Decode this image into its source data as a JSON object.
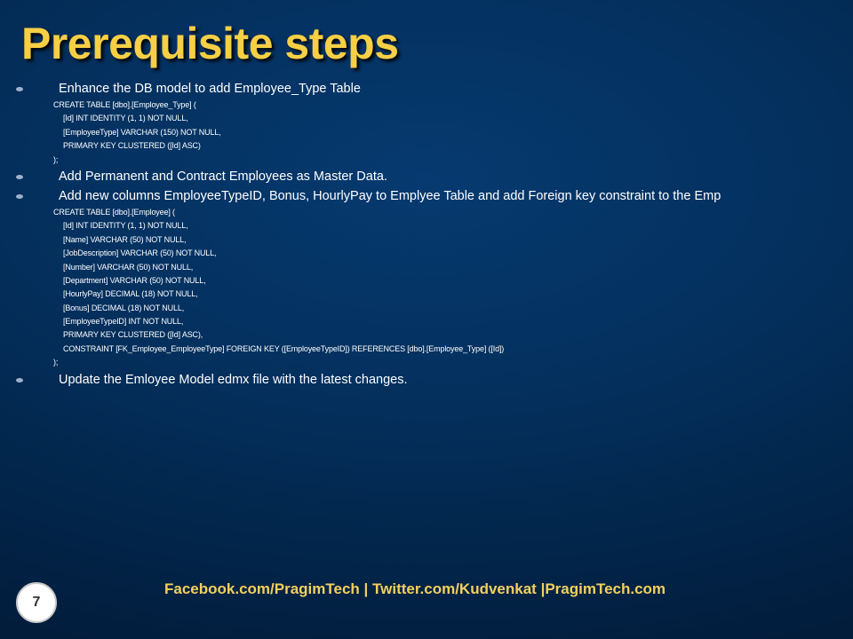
{
  "slide": {
    "title": "Prerequisite steps",
    "bullets": [
      "Enhance the DB model to add Employee_Type Table",
      "Add Permanent and Contract  Employees as Master Data.",
      "Add new columns EmployeeTypeID, Bonus, HourlyPay to Emplyee Table and add Foreign key constraint to the Emp",
      "Update the Emloyee Model edmx file with the latest changes."
    ],
    "code_block_1": [
      "CREATE TABLE [dbo].[Employee_Type] (",
      "[Id]           INT           IDENTITY (1, 1) NOT NULL,",
      "[EmployeeType] VARCHAR (150) NOT NULL,",
      "PRIMARY KEY CLUSTERED ([Id] ASC)",
      ");"
    ],
    "code_block_2": [
      "CREATE TABLE [dbo].[Employee] (",
      "[Id]             INT           IDENTITY (1, 1) NOT NULL,",
      "[Name]           VARCHAR (50) NOT NULL,",
      "[JobDescription] VARCHAR (50) NOT NULL,",
      "[Number]         VARCHAR (50) NOT NULL,",
      "[Department]     VARCHAR (50) NOT NULL,",
      "[HourlyPay]      DECIMAL (18) NOT NULL,",
      "[Bonus]          DECIMAL (18)  NOT NULL,",
      "[EmployeeTypeID] INT          NOT NULL,",
      "PRIMARY KEY CLUSTERED ([Id] ASC),",
      "CONSTRAINT [FK_Employee_EmployeeType] FOREIGN KEY ([EmployeeTypeID]) REFERENCES [dbo].[Employee_Type] ([Id])",
      ");"
    ],
    "footer": "Facebook.com/PragimTech   | Twitter.com/Kudvenkat  |PragimTech.com",
    "page_number": "7",
    "colors": {
      "title": "#f7cf44",
      "footer": "#f3d05c",
      "background": "#04305e",
      "text": "#ffffff"
    }
  }
}
